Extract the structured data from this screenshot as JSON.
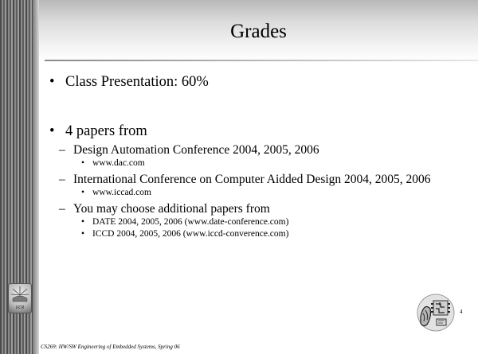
{
  "slide": {
    "title": "Grades",
    "bullets": [
      {
        "text": "Class Presentation: 60%"
      },
      {
        "text": "4 papers from"
      }
    ],
    "sub_items": [
      {
        "text": "Design Automation Conference 2004, 2005, 2006"
      },
      {
        "text": "International Conference on Computer Aidded Design 2004, 2005, 2006"
      },
      {
        "text": "You may choose additional papers from"
      }
    ],
    "sub_sub_items": [
      {
        "text": "www.dac.com"
      },
      {
        "text": "www.iccad.com"
      },
      {
        "text": "DATE 2004, 2005, 2006 (www.date-conference.com)"
      },
      {
        "text": "ICCD 2004, 2005, 2006 (www.iccd-converence.com)"
      }
    ],
    "page_number": "4",
    "footer": "CS269: HW/SW Engineering of Embedded Systems, Spring 06",
    "logo_text": "UCR"
  },
  "colors": {
    "background": "#ffffff",
    "text": "#000000",
    "accent_band": "#4a4a4a"
  },
  "icons": [
    "university-logo-icon",
    "embedded-systems-clipart-icon"
  ]
}
